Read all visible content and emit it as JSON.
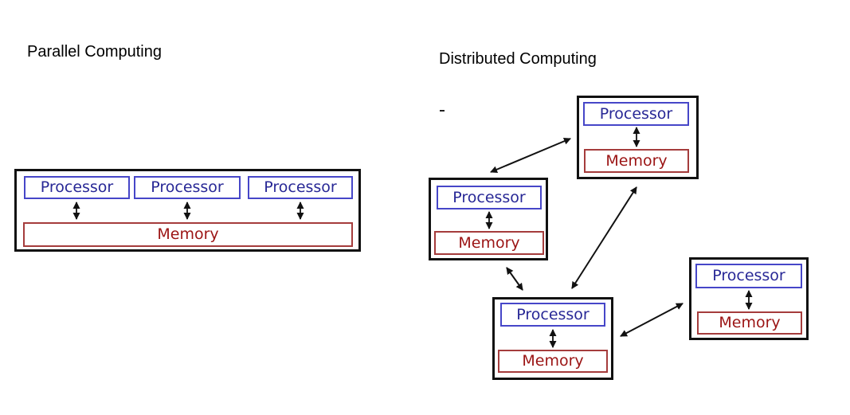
{
  "titles": {
    "parallel": "Parallel Computing",
    "distributed": "Distributed Computing"
  },
  "labels": {
    "processor": "Processor",
    "memory": "Memory"
  },
  "parallel_diagram": {
    "processor_count": 3,
    "memory_count": 1,
    "description_structure": "three Processor boxes connected by double arrows to one shared Memory inside a single machine box"
  },
  "distributed_diagram": {
    "node_count": 4,
    "node_structure": "each node contains one Processor and one Memory linked by a double arrow",
    "inter_node_links": 4
  },
  "colors": {
    "background": "#ffffff",
    "title_text": "#000000",
    "box_border": "#111111",
    "processor_border": "#4646c8",
    "processor_text": "#282896",
    "memory_border": "#a53c3c",
    "memory_text": "#9b1414",
    "arrow": "#111111"
  }
}
